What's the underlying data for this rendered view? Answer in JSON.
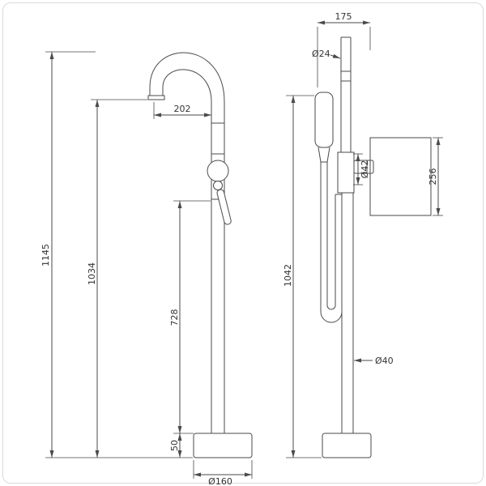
{
  "drawing": {
    "description": "Freestanding bath shower mixer tap - dimensioned technical drawing, front and side views",
    "line_color": "#4a4a4a",
    "background_color": "#ffffff",
    "border_color": "#d9d9d9"
  },
  "front_view": {
    "overall_height": "1145",
    "spout_height": "1034",
    "handle_height": "728",
    "base_height": "50",
    "spout_reach": "202",
    "base_diameter": "Ø160"
  },
  "side_view": {
    "depth": "175",
    "riser_diameter": "Ø24",
    "overall_height": "1042",
    "body_diameter": "Ø42",
    "bracket_height": "256",
    "column_diameter": "Ø40"
  }
}
